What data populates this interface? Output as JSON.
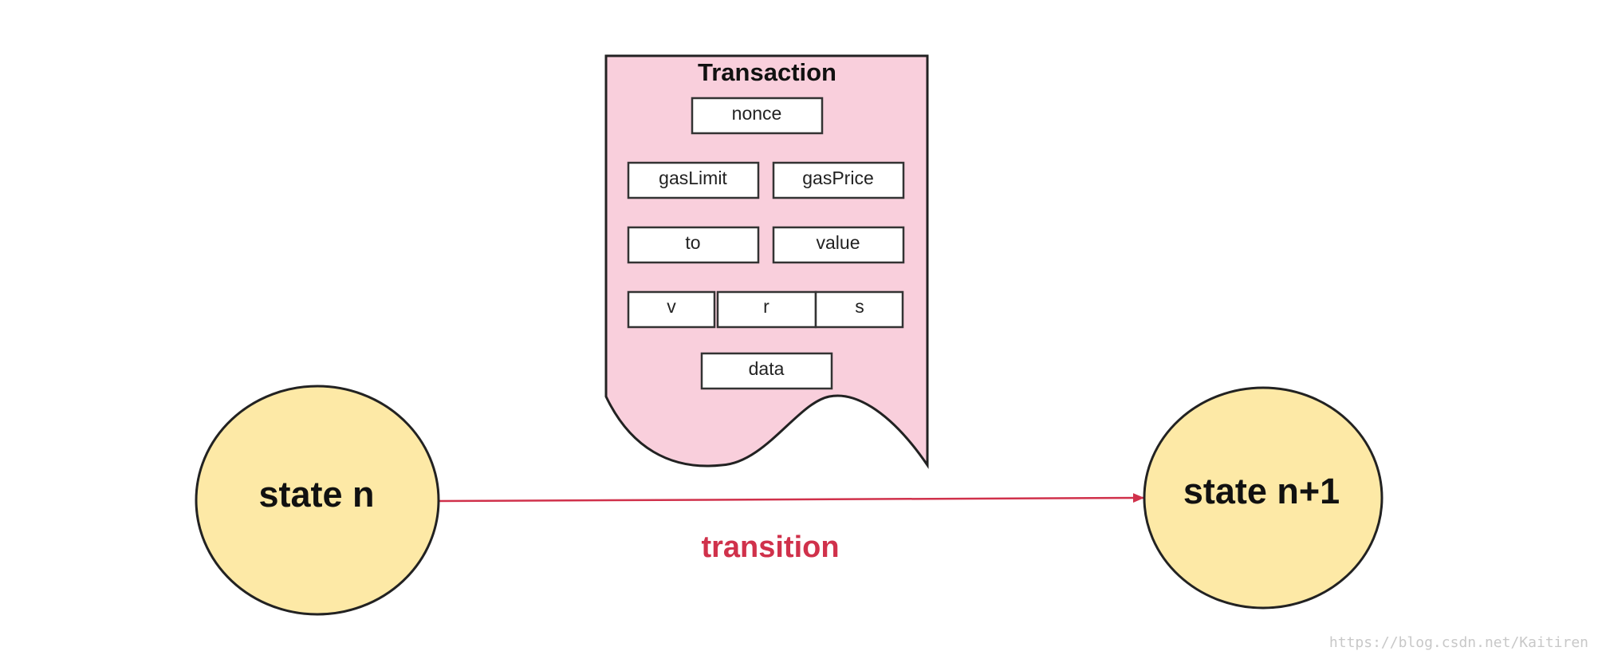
{
  "transaction": {
    "title": "Transaction",
    "fields": {
      "nonce": "nonce",
      "gasLimit": "gasLimit",
      "gasPrice": "gasPrice",
      "to": "to",
      "value": "value",
      "v": "v",
      "r": "r",
      "s": "s",
      "data": "data"
    }
  },
  "states": {
    "from": "state n",
    "to": "state n+1"
  },
  "transition": {
    "label": "transition"
  },
  "watermark": "https://blog.csdn.net/Kaitiren",
  "colors": {
    "document_fill": "#f9cfdc",
    "state_fill": "#fde9a6",
    "arrow": "#d0314b",
    "outline": "#222222"
  }
}
